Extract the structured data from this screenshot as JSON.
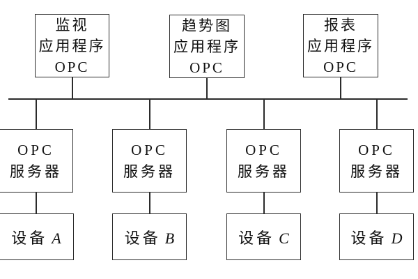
{
  "diagram": {
    "description": "OPC client-server architecture diagram",
    "line_color": "#2b2b2b",
    "background": "#ffffff",
    "top_apps": [
      {
        "label": "监视\n应用程序\nOPC"
      },
      {
        "label": "趋势图\n应用程序\nOPC"
      },
      {
        "label": "报表\n应用程序\nOPC"
      }
    ],
    "servers": [
      {
        "label": "OPC\n服务器"
      },
      {
        "label": "OPC\n服务器"
      },
      {
        "label": "OPC\n服务器"
      },
      {
        "label": "OPC\n服务器"
      }
    ],
    "devices": [
      {
        "name": "设备",
        "letter": "A"
      },
      {
        "name": "设备",
        "letter": "B"
      },
      {
        "name": "设备",
        "letter": "C"
      },
      {
        "name": "设备",
        "letter": "D"
      }
    ]
  }
}
